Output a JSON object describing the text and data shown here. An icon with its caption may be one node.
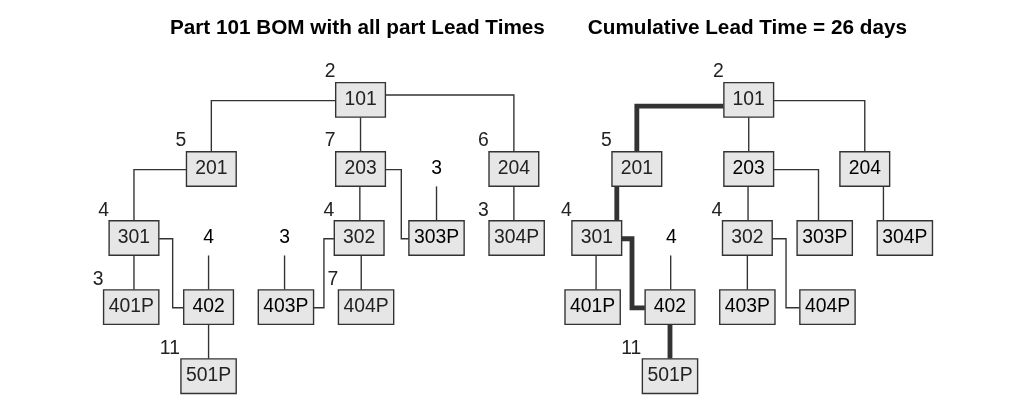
{
  "diagram": {
    "nodes": [
      {
        "text": [
          "101"
        ],
        "beside": [
          "2"
        ]
      },
      {
        "text": [
          "201"
        ],
        "beside": [
          "5"
        ]
      },
      {
        "text": [
          "203"
        ],
        "beside": [
          "7"
        ]
      },
      {
        "text": [
          "204"
        ],
        "beside": [
          "6"
        ]
      },
      {
        "text": [
          "301"
        ],
        "beside": [
          "4"
        ]
      },
      {
        "text": [
          "302"
        ],
        "beside": [
          "4"
        ]
      },
      {
        "text": [
          "303P"
        ]
      },
      {
        "text": [
          "304P"
        ],
        "beside": [
          "3"
        ]
      },
      {
        "text": [
          "3"
        ]
      },
      {
        "text": [
          "401P"
        ],
        "beside": [
          "3"
        ]
      },
      {
        "text": [
          "402"
        ]
      },
      {
        "text": [
          "403P"
        ]
      },
      {
        "text": [
          "404P"
        ],
        "beside": [
          "7"
        ]
      },
      {
        "text": [
          "4"
        ]
      },
      {
        "text": [
          "3"
        ]
      },
      {
        "text": [
          "501P"
        ],
        "beside": [
          "11"
        ]
      },
      {
        "text": [
          "101"
        ],
        "beside": [
          "2"
        ]
      },
      {
        "text": [
          "201"
        ],
        "beside": [
          "5"
        ]
      },
      {
        "text": [
          "203"
        ]
      },
      {
        "text": [
          "204"
        ]
      },
      {
        "text": [
          "301"
        ],
        "beside": [
          "4"
        ]
      },
      {
        "text": [
          "302"
        ],
        "beside": [
          "4"
        ]
      },
      {
        "text": [
          "303P"
        ]
      },
      {
        "text": [
          "304P"
        ]
      },
      {
        "text": [
          "401P"
        ]
      },
      {
        "text": [
          "402"
        ]
      },
      {
        "text": [
          "403P"
        ]
      },
      {
        "text": [
          "404P"
        ]
      },
      {
        "text": [
          "4"
        ]
      },
      {
        "text": [
          "501P"
        ],
        "beside": [
          "11"
        ]
      }
    ],
    "edges": [
      {
        "from": 0,
        "to": 1,
        "arrow": "none"
      },
      {
        "from": 0,
        "to": 2,
        "arrow": "none"
      },
      {
        "from": 0,
        "to": 3,
        "arrow": "none"
      },
      {
        "from": 1,
        "to": 4,
        "arrow": "none"
      },
      {
        "from": 2,
        "to": 5,
        "arrow": "none"
      },
      {
        "from": 2,
        "to": 6,
        "arrow": "none"
      },
      {
        "from": 3,
        "to": 7,
        "arrow": "none"
      },
      {
        "from": 4,
        "to": 9,
        "arrow": "none"
      },
      {
        "from": 4,
        "to": 10,
        "arrow": "none"
      },
      {
        "from": 5,
        "to": 11,
        "arrow": "none"
      },
      {
        "from": 5,
        "to": 12,
        "arrow": "none"
      },
      {
        "from": 10,
        "to": 15,
        "arrow": "none"
      },
      {
        "from": 8,
        "to": 6,
        "arrow": "none"
      },
      {
        "from": 13,
        "to": 10,
        "arrow": "none"
      },
      {
        "from": 14,
        "to": 11,
        "arrow": "none"
      },
      {
        "from": 16,
        "to": 17,
        "arrow": "none",
        "style": "thick"
      },
      {
        "from": 16,
        "to": 18,
        "arrow": "none"
      },
      {
        "from": 16,
        "to": 19,
        "arrow": "none"
      },
      {
        "from": 17,
        "to": 20,
        "arrow": "none",
        "style": "thick"
      },
      {
        "from": 18,
        "to": 21,
        "arrow": "none"
      },
      {
        "from": 18,
        "to": 22,
        "arrow": "none"
      },
      {
        "from": 19,
        "to": 23,
        "arrow": "none"
      },
      {
        "from": 20,
        "to": 24,
        "arrow": "none"
      },
      {
        "from": 20,
        "to": 25,
        "arrow": "none",
        "style": "thick"
      },
      {
        "from": 21,
        "to": 26,
        "arrow": "none"
      },
      {
        "from": 21,
        "to": 27,
        "arrow": "none"
      },
      {
        "from": 25,
        "to": 29,
        "arrow": "none",
        "style": "thick"
      },
      {
        "from": 28,
        "to": 25,
        "arrow": "none"
      }
    ],
    "labels": [
      "Part 101 BOM with all part Lead Times",
      "Cumulative Lead Time = 26 days"
    ]
  }
}
